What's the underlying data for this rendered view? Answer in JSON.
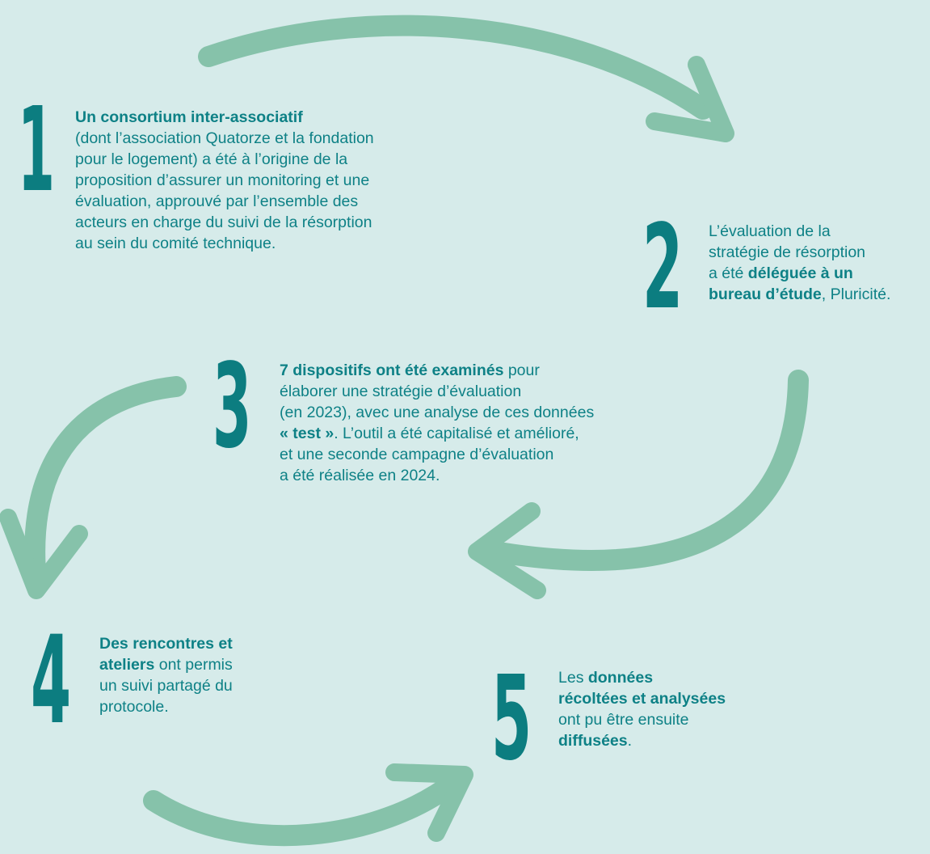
{
  "colors": {
    "background": "#d6ebea",
    "teal": "#0c7d80",
    "arrow": "#86c2aa"
  },
  "steps": [
    {
      "number": "1",
      "lines": [
        [
          {
            "t": "Un consortium inter-associatif",
            "b": true
          }
        ],
        [
          {
            "t": "(dont l’association Quatorze et la fondation"
          }
        ],
        [
          {
            "t": "pour le logement) a été à l’origine de la"
          }
        ],
        [
          {
            "t": "proposition d’assurer un monitoring et une"
          }
        ],
        [
          {
            "t": "évaluation, approuvé par l’ensemble des"
          }
        ],
        [
          {
            "t": "acteurs en charge du suivi de la résorption"
          }
        ],
        [
          {
            "t": "au sein du comité technique."
          }
        ]
      ]
    },
    {
      "number": "2",
      "lines": [
        [
          {
            "t": "L’évaluation de la"
          }
        ],
        [
          {
            "t": "stratégie de résorption"
          }
        ],
        [
          {
            "t": "a été "
          },
          {
            "t": "déléguée à un",
            "b": true
          }
        ],
        [
          {
            "t": "bureau d’étude",
            "b": true
          },
          {
            "t": ", Pluricité."
          }
        ]
      ]
    },
    {
      "number": "3",
      "lines": [
        [
          {
            "t": "7 dispositifs ont été examinés",
            "b": true
          },
          {
            "t": " pour"
          }
        ],
        [
          {
            "t": "élaborer une stratégie d’évaluation"
          }
        ],
        [
          {
            "t": "(en 2023), avec une analyse de ces données"
          }
        ],
        [
          {
            "t": "« test »",
            "b": true
          },
          {
            "t": ". L’outil a été capitalisé et amélioré,"
          }
        ],
        [
          {
            "t": "et une seconde campagne d’évaluation"
          }
        ],
        [
          {
            "t": "a été réalisée en 2024."
          }
        ]
      ]
    },
    {
      "number": "4",
      "lines": [
        [
          {
            "t": "Des rencontres et",
            "b": true
          }
        ],
        [
          {
            "t": "ateliers",
            "b": true
          },
          {
            "t": " ont permis"
          }
        ],
        [
          {
            "t": "un suivi partagé du"
          }
        ],
        [
          {
            "t": "protocole."
          }
        ]
      ]
    },
    {
      "number": "5",
      "lines": [
        [
          {
            "t": "Les "
          },
          {
            "t": "données",
            "b": true
          }
        ],
        [
          {
            "t": "récoltées et analysées",
            "b": true
          }
        ],
        [
          {
            "t": "ont pu être ensuite"
          }
        ],
        [
          {
            "t": "diffusées",
            "b": true
          },
          {
            "t": "."
          }
        ]
      ]
    }
  ]
}
